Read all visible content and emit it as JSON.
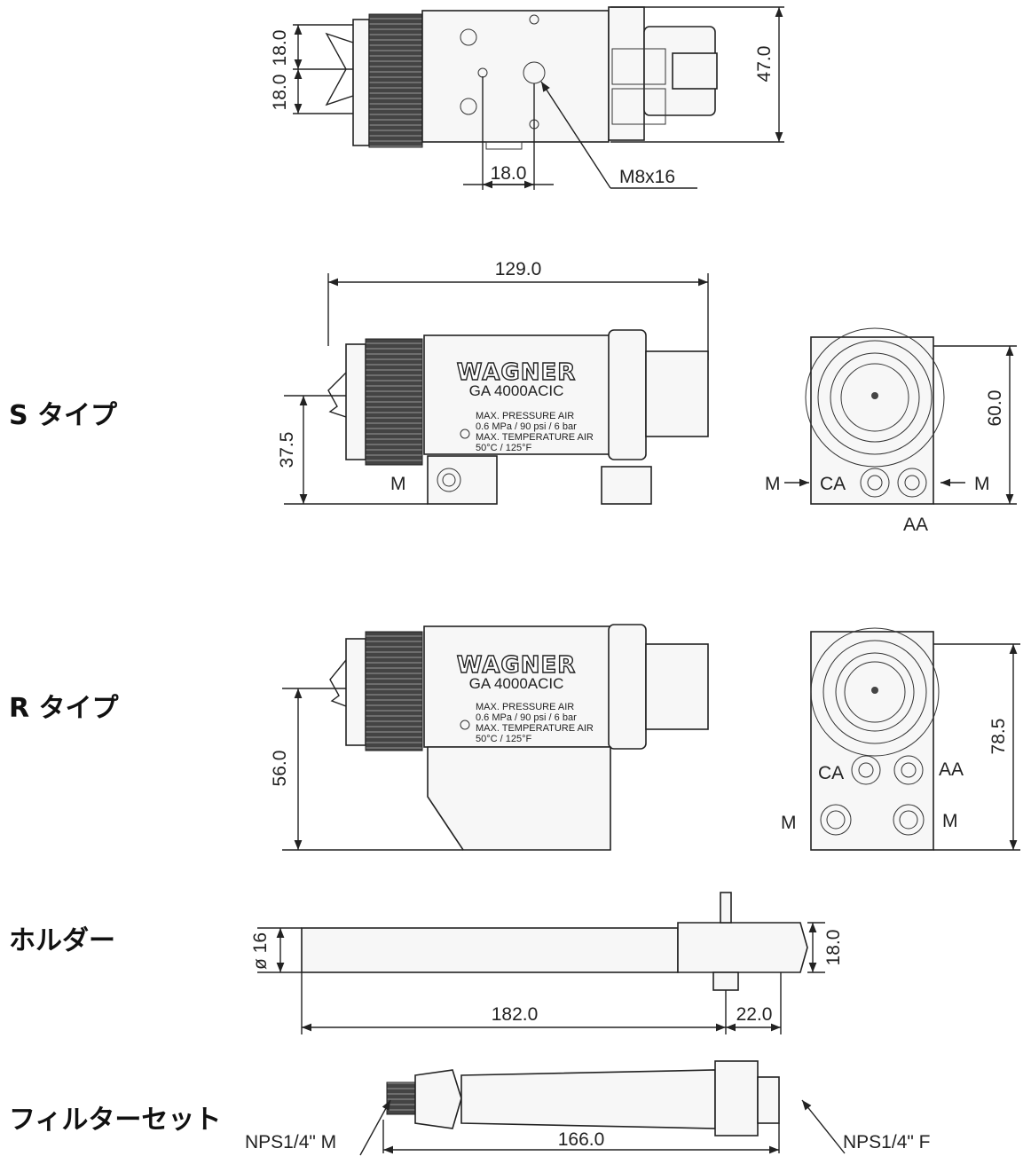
{
  "labels": {
    "s_type": "S タイプ",
    "r_type": "R タイプ",
    "holder": "ホルダー",
    "filter_set": "フィルターセット"
  },
  "gun_marking": {
    "brand": "WAGNER",
    "model": "GA 4000ACIC",
    "line1": "MAX. PRESSURE AIR",
    "line2": "0.6 MPa / 90 psi / 6 bar",
    "line3": "MAX. TEMPERATURE AIR",
    "line4": "50°C / 125°F"
  },
  "top_view": {
    "dim_left_upper": "18.0",
    "dim_left_lower": "18.0",
    "dim_height": "47.0",
    "dim_hole_spacing": "18.0",
    "thread_callout": "M8x16"
  },
  "s_type": {
    "dim_length": "129.0",
    "dim_axis_height": "37.5",
    "port_m_side": "M",
    "dim_end_height": "60.0",
    "port_m_left": "M",
    "port_ca": "CA",
    "port_m_right": "M",
    "port_aa": "AA"
  },
  "r_type": {
    "dim_axis_height": "56.0",
    "dim_end_height": "78.5",
    "port_ca": "CA",
    "port_aa": "AA",
    "port_m_left": "M",
    "port_m_right": "M"
  },
  "holder": {
    "dim_diameter": "ø 16",
    "dim_height": "18.0",
    "dim_length": "182.0",
    "dim_end": "22.0"
  },
  "filter": {
    "thread_male": "NPS1/4\" M",
    "thread_female": "NPS1/4\" F",
    "dim_length": "166.0"
  }
}
